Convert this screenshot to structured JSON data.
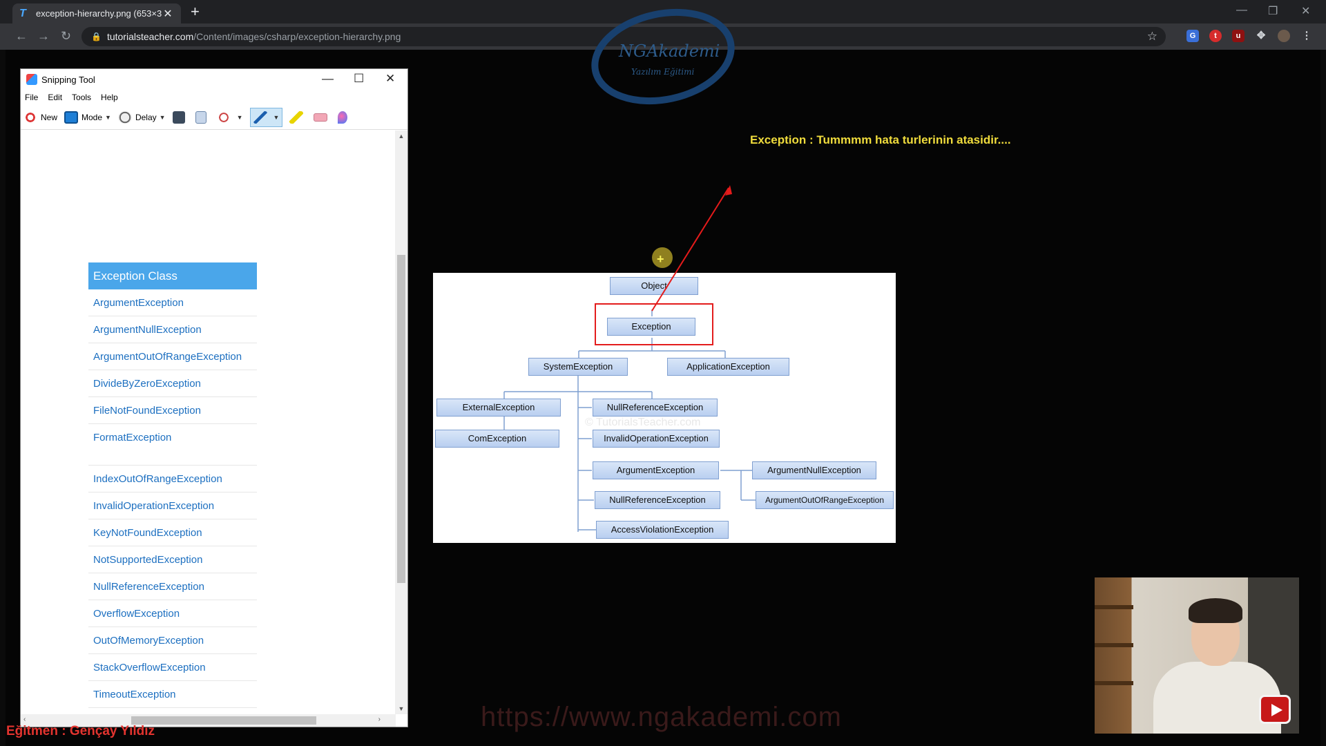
{
  "browser": {
    "tab_title": "exception-hierarchy.png (653×3(",
    "url_host": "tutorialsteacher.com",
    "url_path": "/Content/images/csharp/exception-hierarchy.png"
  },
  "snipping_tool": {
    "title": "Snipping Tool",
    "menu": [
      "File",
      "Edit",
      "Tools",
      "Help"
    ],
    "toolbar": {
      "new": "New",
      "mode": "Mode",
      "delay": "Delay"
    },
    "list_header": "Exception Class",
    "exceptions": [
      "ArgumentException",
      "ArgumentNullException",
      "ArgumentOutOfRangeException",
      "DivideByZeroException",
      "FileNotFoundException",
      "FormatException",
      "IndexOutOfRangeException",
      "InvalidOperationException",
      "KeyNotFoundException",
      "NotSupportedException",
      "NullReferenceException",
      "OverflowException",
      "OutOfMemoryException",
      "StackOverflowException",
      "TimeoutException"
    ]
  },
  "diagram": {
    "nodes": {
      "object": "Object",
      "exception": "Exception",
      "system": "SystemException",
      "application": "ApplicationException",
      "external": "ExternalException",
      "com": "ComException",
      "nullref1": "NullReferenceException",
      "invalidop": "InvalidOperationException",
      "argument": "ArgumentException",
      "argnull": "ArgumentNullException",
      "nullref2": "NullReferenceException",
      "argrange": "ArgumentOutOfRangeException",
      "access": "AccessViolationException"
    },
    "watermark": "© TutorialsTeacher.com"
  },
  "overlay": {
    "annotation": "Exception : Tummmm hata turlerinin atasidir....",
    "logo_name": "NGAkademi",
    "logo_tagline": "Yazılım Eğitimi",
    "website": "https://www.ngakademi.com",
    "trainer": "Eğitmen : Gençay Yıldız"
  },
  "colors": {
    "annotation": "#f0dc3c",
    "highlight": "#e31c1c",
    "list_header": "#4aa6ea",
    "trainer": "#e3342f"
  }
}
